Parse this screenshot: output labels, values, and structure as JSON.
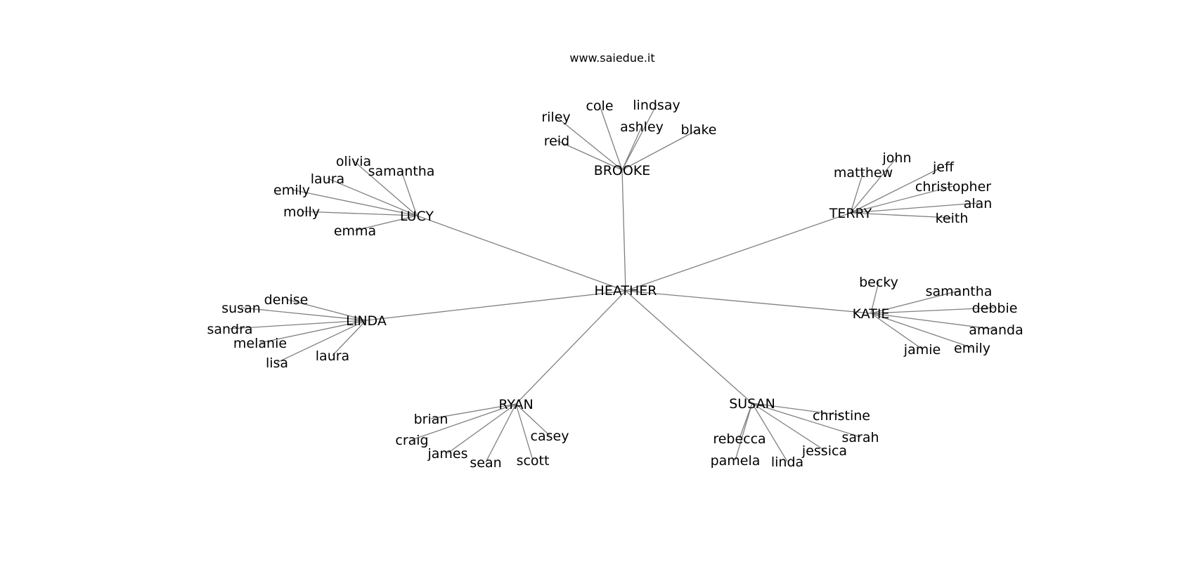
{
  "title": "www.saiedue.it",
  "center": "HEATHER",
  "groups": [
    {
      "hub": "BROOKE",
      "leaves": [
        "cole",
        "lindsay",
        "riley",
        "ashley",
        "blake",
        "reid"
      ]
    },
    {
      "hub": "LUCY",
      "leaves": [
        "olivia",
        "samantha",
        "laura",
        "emily",
        "molly",
        "emma"
      ]
    },
    {
      "hub": "TERRY",
      "leaves": [
        "john",
        "matthew",
        "jeff",
        "christopher",
        "alan",
        "keith"
      ]
    },
    {
      "hub": "KATIE",
      "leaves": [
        "becky",
        "samantha",
        "debbie",
        "amanda",
        "emily",
        "jamie"
      ]
    },
    {
      "hub": "LINDA",
      "leaves": [
        "denise",
        "susan",
        "sandra",
        "melanie",
        "laura",
        "lisa"
      ]
    },
    {
      "hub": "RYAN",
      "leaves": [
        "brian",
        "craig",
        "casey",
        "james",
        "scott",
        "sean"
      ]
    },
    {
      "hub": "SUSAN",
      "leaves": [
        "christine",
        "rebecca",
        "sarah",
        "jessica",
        "pamela",
        "linda"
      ]
    }
  ]
}
